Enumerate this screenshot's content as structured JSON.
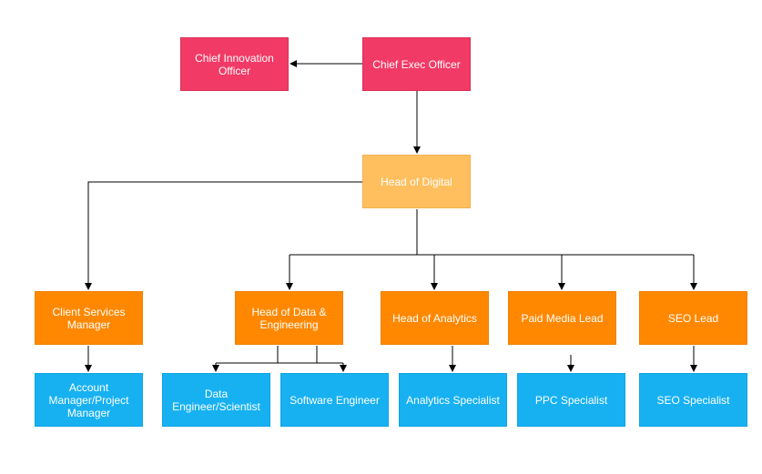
{
  "colors": {
    "executive": "#f23a66",
    "digital": "#ffbf5e",
    "manager": "#ff8800",
    "specialist": "#17b1f2",
    "connector": "#000000"
  },
  "nodes": {
    "cio": "Chief Innovation Officer",
    "ceo": "Chief Exec Officer",
    "head_digital": "Head of Digital",
    "client_services": "Client Services Manager",
    "head_data": "Head of Data & Engineering",
    "head_analytics": "Head of Analytics",
    "paid_media": "Paid Media Lead",
    "seo_lead": "SEO Lead",
    "account_manager": "Account Manager/Project Manager",
    "data_engineer": "Data Engineer/Scientist",
    "software_engineer": "Software Engineer",
    "analytics_specialist": "Analytics Specialist",
    "ppc_specialist": "PPC Specialist",
    "seo_specialist": "SEO Specialist"
  }
}
